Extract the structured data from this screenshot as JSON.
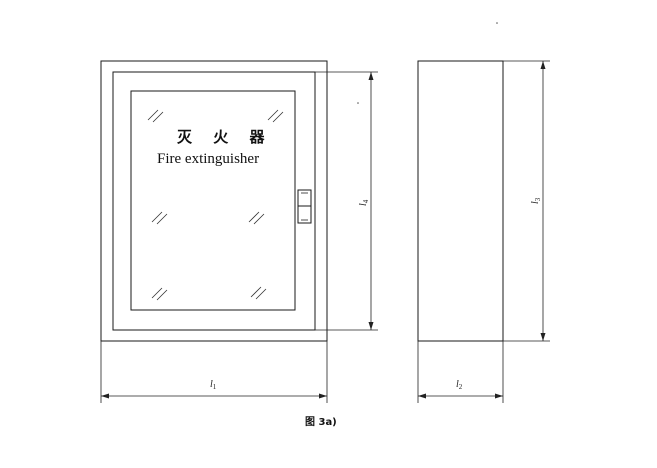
{
  "cabinet": {
    "label_cn": "灭 火 器",
    "label_en": "Fire extinguisher"
  },
  "dimensions": {
    "l1": {
      "letter": "l",
      "sub": "1"
    },
    "l2": {
      "letter": "l",
      "sub": "2"
    },
    "l3": {
      "letter": "l",
      "sub": "3"
    },
    "l4": {
      "letter": "l",
      "sub": "4"
    }
  },
  "figure": {
    "caption": "图 3a)"
  }
}
